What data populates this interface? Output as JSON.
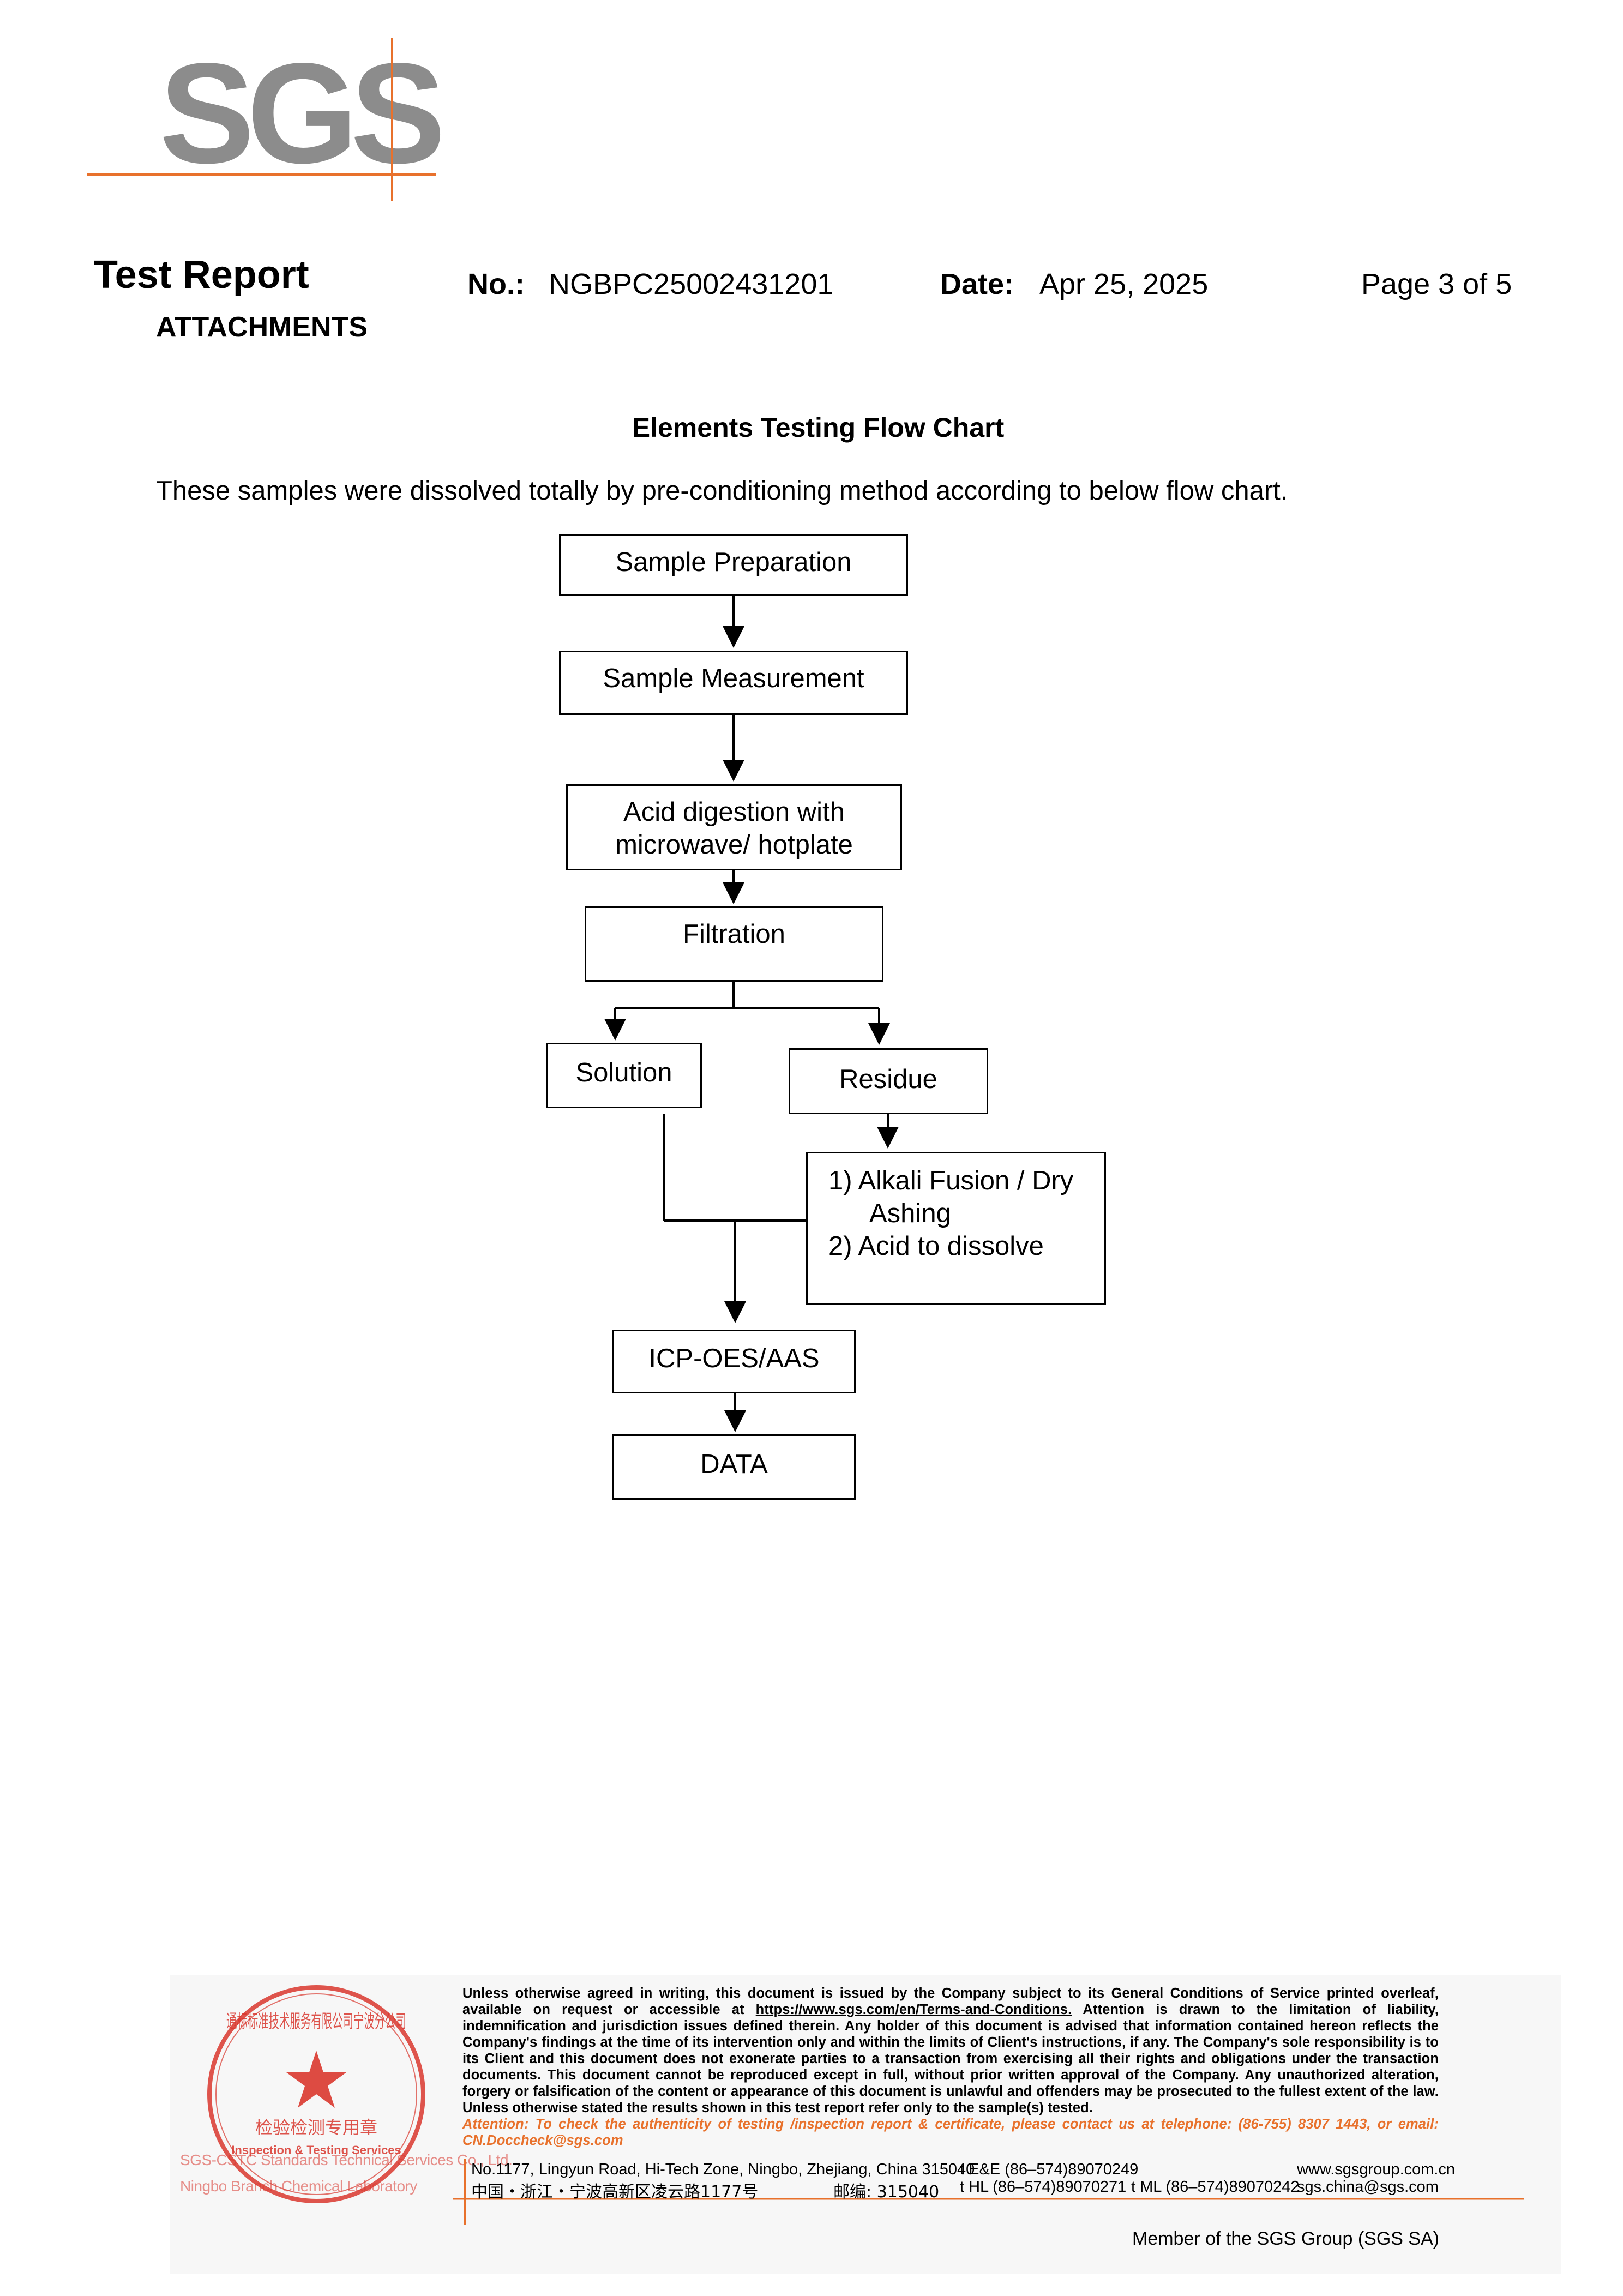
{
  "header": {
    "logo_text": "SGS",
    "title": "Test Report",
    "subtitle": "ATTACHMENTS",
    "no_label": "No.:",
    "no_value": "NGBPC25002431201",
    "date_label": "Date:",
    "date_value": "Apr 25, 2025",
    "page": "Page 3 of 5"
  },
  "section": {
    "heading": "Elements Testing Flow Chart",
    "intro": "These samples were dissolved totally by pre-conditioning method according to below flow chart."
  },
  "flowchart": {
    "sample_preparation": "Sample Preparation",
    "sample_measurement": "Sample Measurement",
    "acid_digestion_line1": "Acid digestion with",
    "acid_digestion_line2": "microwave/ hotplate",
    "filtration": "Filtration",
    "solution": "Solution",
    "residue": "Residue",
    "fusion_line1": "1) Alkali Fusion / Dry",
    "fusion_line2": "Ashing",
    "fusion_line3": "2) Acid to dissolve",
    "icp": "ICP-OES/AAS",
    "data": "DATA"
  },
  "footer": {
    "disclaimer_part1": "Unless otherwise agreed in writing, this document is issued by the Company subject to its General Conditions of Service printed overleaf, available on request or accessible at ",
    "terms_link": "https://www.sgs.com/en/Terms-and-Conditions.",
    "disclaimer_part2": " Attention is drawn to the limitation of liability, indemnification and jurisdiction issues defined therein. Any holder of this document is advised that information contained hereon reflects the Company's findings at the time of its intervention only and within the limits of Client's instructions, if any. The Company's sole responsibility is to its Client and this document does not exonerate parties to a transaction from exercising all their rights and obligations under the transaction documents. This document cannot be reproduced except in full, without prior written approval of the Company. Any unauthorized alteration, forgery or falsification of the content or appearance of this document is unlawful and offenders may be prosecuted to the fullest extent of the law. Unless otherwise stated the results shown in this test report refer only to the sample(s) tested.",
    "attention": "Attention: To check the authenticity of testing /inspection report & certificate, please contact us at telephone: (86-755) 8307 1443, or email: CN.Doccheck@sgs.com",
    "stamp_company": "SGS-CSTC Standards Technical Services Co., Ltd.",
    "stamp_branch": "Ningbo Branch Chemical Laboratory",
    "stamp_center": "Inspection & Testing Services",
    "stamp_cn_top": "通标标准技术服务有限公司宁波分公司",
    "stamp_cn_mid": "检验检测专用章",
    "address_en": "No.1177, Lingyun Road, Hi-Tech Zone, Ningbo, Zhejiang, China 315040",
    "tel_en": "t E&E (86–574)89070249",
    "web": "www.sgsgroup.com.cn",
    "address_cn": "中国・浙江・宁波高新区凌云路1177号",
    "postcode_cn": "邮编: 315040",
    "tel_hl": "t HL  (86–574)89070271",
    "tel_ml": "t ML  (86–574)89070242",
    "email": "sgs.china@sgs.com",
    "member": "Member of the SGS Group (SGS SA)"
  },
  "colors": {
    "brand_orange": "#e8712c",
    "logo_gray": "#8c8c8c",
    "stamp_red": "#d9372e"
  }
}
